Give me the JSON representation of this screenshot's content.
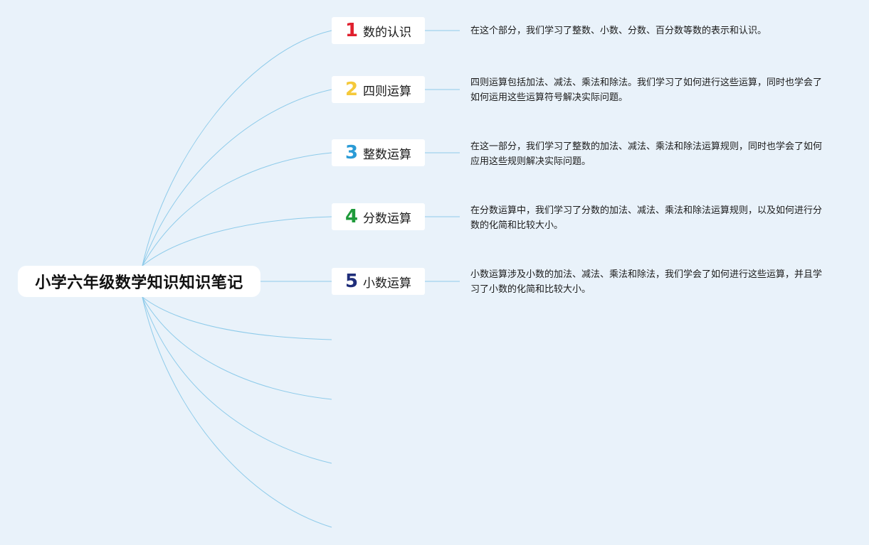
{
  "root": {
    "title": "小学六年级数学知识知识笔记"
  },
  "topics": [
    {
      "number": "1",
      "color": "#e0202e",
      "label": "数的认识",
      "description": "在这个部分，我们学习了整数、小数、分数、百分数等数的表示和认识。"
    },
    {
      "number": "2",
      "color": "#f5c93a",
      "label": "四则运算",
      "description": "四则运算包括加法、减法、乘法和除法。我们学习了如何进行这些运算，同时也学会了如何运用这些运算符号解决实际问题。"
    },
    {
      "number": "3",
      "color": "#2a9bd6",
      "label": "整数运算",
      "description": "在这一部分，我们学习了整数的加法、减法、乘法和除法运算规则，同时也学会了如何应用这些规则解决实际问题。"
    },
    {
      "number": "4",
      "color": "#1e9a3a",
      "label": "分数运算",
      "description": "在分数运算中，我们学习了分数的加法、减法、乘法和除法运算规则，以及如何进行分数的化简和比较大小。"
    },
    {
      "number": "5",
      "color": "#1f2e7a",
      "label": "小数运算",
      "description": "小数运算涉及小数的加法、减法、乘法和除法，我们学会了如何进行这些运算，并且学习了小数的化简和比较大小。"
    }
  ],
  "line_color": "#8ecbea"
}
